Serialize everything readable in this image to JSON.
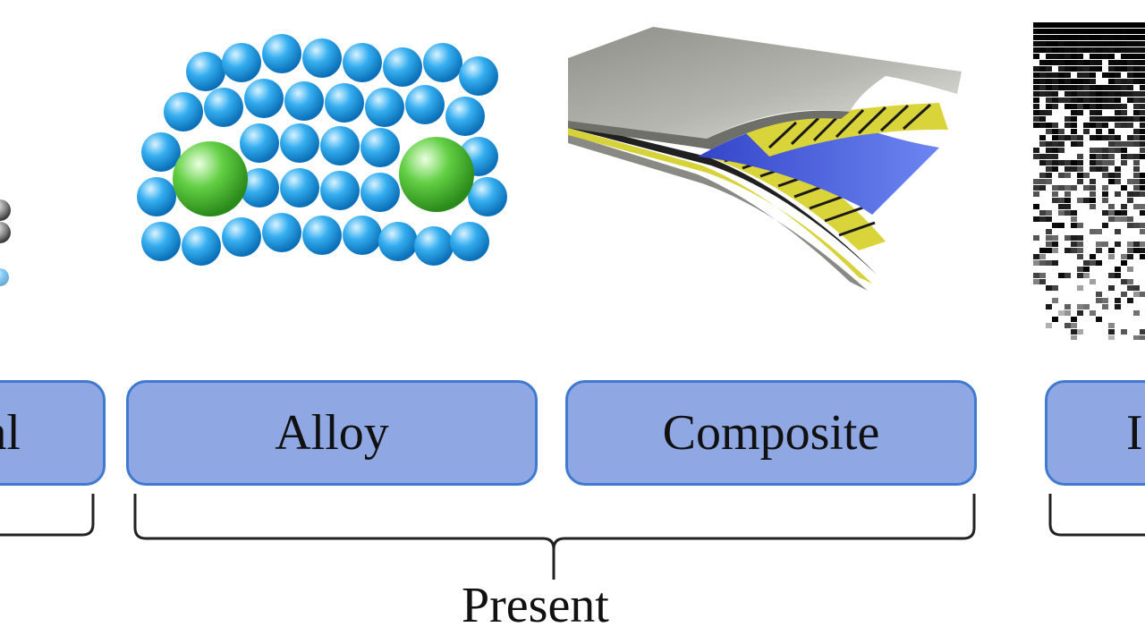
{
  "diagram": {
    "labels": {
      "metal_partial": "al",
      "alloy": "Alloy",
      "composite": "Composite",
      "next_partial": "I"
    },
    "group_caption": "Present"
  },
  "colors": {
    "box_fill": "#8fa7e3",
    "box_border": "#3f7ad0",
    "atom_blue": "#1e9be0",
    "atom_green": "#4cc23a",
    "composite_gray": "#9b9b96",
    "composite_yellow": "#d9d43a",
    "composite_blue": "#4a63e6"
  }
}
